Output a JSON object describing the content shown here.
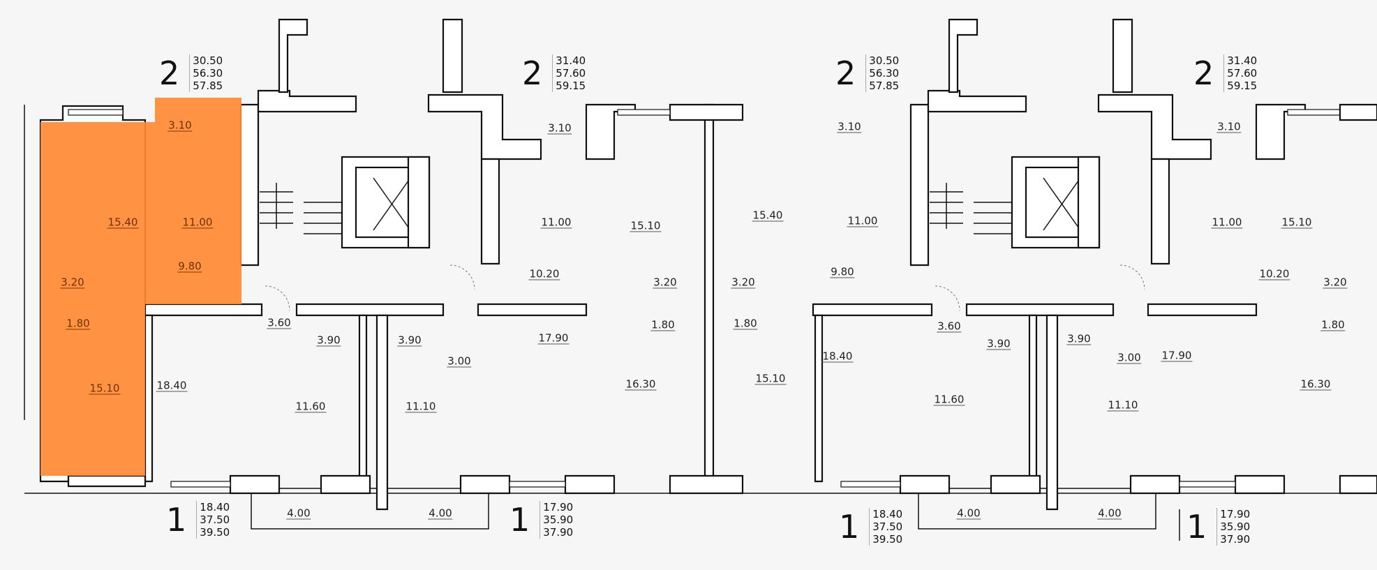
{
  "highlight_color": "#ff8a33",
  "apartments": [
    {
      "id": "a2-1",
      "number": "2",
      "areas": [
        "30.50",
        "56.30",
        "57.85"
      ]
    },
    {
      "id": "a2-2",
      "number": "2",
      "areas": [
        "31.40",
        "57.60",
        "59.15"
      ]
    },
    {
      "id": "a2-3",
      "number": "2",
      "areas": [
        "30.50",
        "56.30",
        "57.85"
      ]
    },
    {
      "id": "a2-4",
      "number": "2",
      "areas": [
        "31.40",
        "57.60",
        "59.15"
      ]
    },
    {
      "id": "a1-1",
      "number": "1",
      "areas": [
        "18.40",
        "37.50",
        "39.50"
      ]
    },
    {
      "id": "a1-2",
      "number": "1",
      "areas": [
        "17.90",
        "35.90",
        "37.90"
      ]
    },
    {
      "id": "a1-3",
      "number": "1",
      "areas": [
        "18.40",
        "37.50",
        "39.50"
      ]
    },
    {
      "id": "a1-4",
      "number": "1",
      "areas": [
        "17.90",
        "35.90",
        "37.90"
      ]
    }
  ],
  "rooms": [
    {
      "label": "3.10",
      "highlighted": true
    },
    {
      "label": "15.40",
      "highlighted": true
    },
    {
      "label": "11.00",
      "highlighted": true
    },
    {
      "label": "9.80",
      "highlighted": true
    },
    {
      "label": "3.20",
      "highlighted": true
    },
    {
      "label": "1.80",
      "highlighted": true
    },
    {
      "label": "15.10",
      "highlighted": true
    },
    {
      "label": "18.40",
      "highlighted": false
    },
    {
      "label": "3.60",
      "highlighted": false
    },
    {
      "label": "3.90",
      "highlighted": false
    },
    {
      "label": "11.60",
      "highlighted": false
    },
    {
      "label": "3.90",
      "highlighted": false
    },
    {
      "label": "3.00",
      "highlighted": false
    },
    {
      "label": "11.10",
      "highlighted": false
    },
    {
      "label": "17.90",
      "highlighted": false
    },
    {
      "label": "16.30",
      "highlighted": false
    },
    {
      "label": "1.80",
      "highlighted": false
    },
    {
      "label": "3.20",
      "highlighted": false
    },
    {
      "label": "10.20",
      "highlighted": false
    },
    {
      "label": "11.00",
      "highlighted": false
    },
    {
      "label": "15.10",
      "highlighted": false
    },
    {
      "label": "3.10",
      "highlighted": false
    },
    {
      "label": "15.40",
      "highlighted": false
    },
    {
      "label": "11.00",
      "highlighted": false
    },
    {
      "label": "3.20",
      "highlighted": false
    },
    {
      "label": "9.80",
      "highlighted": false
    },
    {
      "label": "3.10",
      "highlighted": false
    },
    {
      "label": "1.80",
      "highlighted": false
    },
    {
      "label": "15.10",
      "highlighted": false
    },
    {
      "label": "18.40",
      "highlighted": false
    },
    {
      "label": "3.60",
      "highlighted": false
    },
    {
      "label": "3.90",
      "highlighted": false
    },
    {
      "label": "11.60",
      "highlighted": false
    },
    {
      "label": "3.90",
      "highlighted": false
    },
    {
      "label": "3.00",
      "highlighted": false
    },
    {
      "label": "11.10",
      "highlighted": false
    },
    {
      "label": "17.90",
      "highlighted": false
    },
    {
      "label": "16.30",
      "highlighted": false
    },
    {
      "label": "1.80",
      "highlighted": false
    },
    {
      "label": "3.20",
      "highlighted": false
    },
    {
      "label": "10.20",
      "highlighted": false
    },
    {
      "label": "11.00",
      "highlighted": false
    },
    {
      "label": "15.10",
      "highlighted": false
    },
    {
      "label": "3.10",
      "highlighted": false
    },
    {
      "label": "4.00",
      "highlighted": false
    },
    {
      "label": "4.00",
      "highlighted": false
    },
    {
      "label": "4.00",
      "highlighted": false
    },
    {
      "label": "4.00",
      "highlighted": false
    }
  ]
}
